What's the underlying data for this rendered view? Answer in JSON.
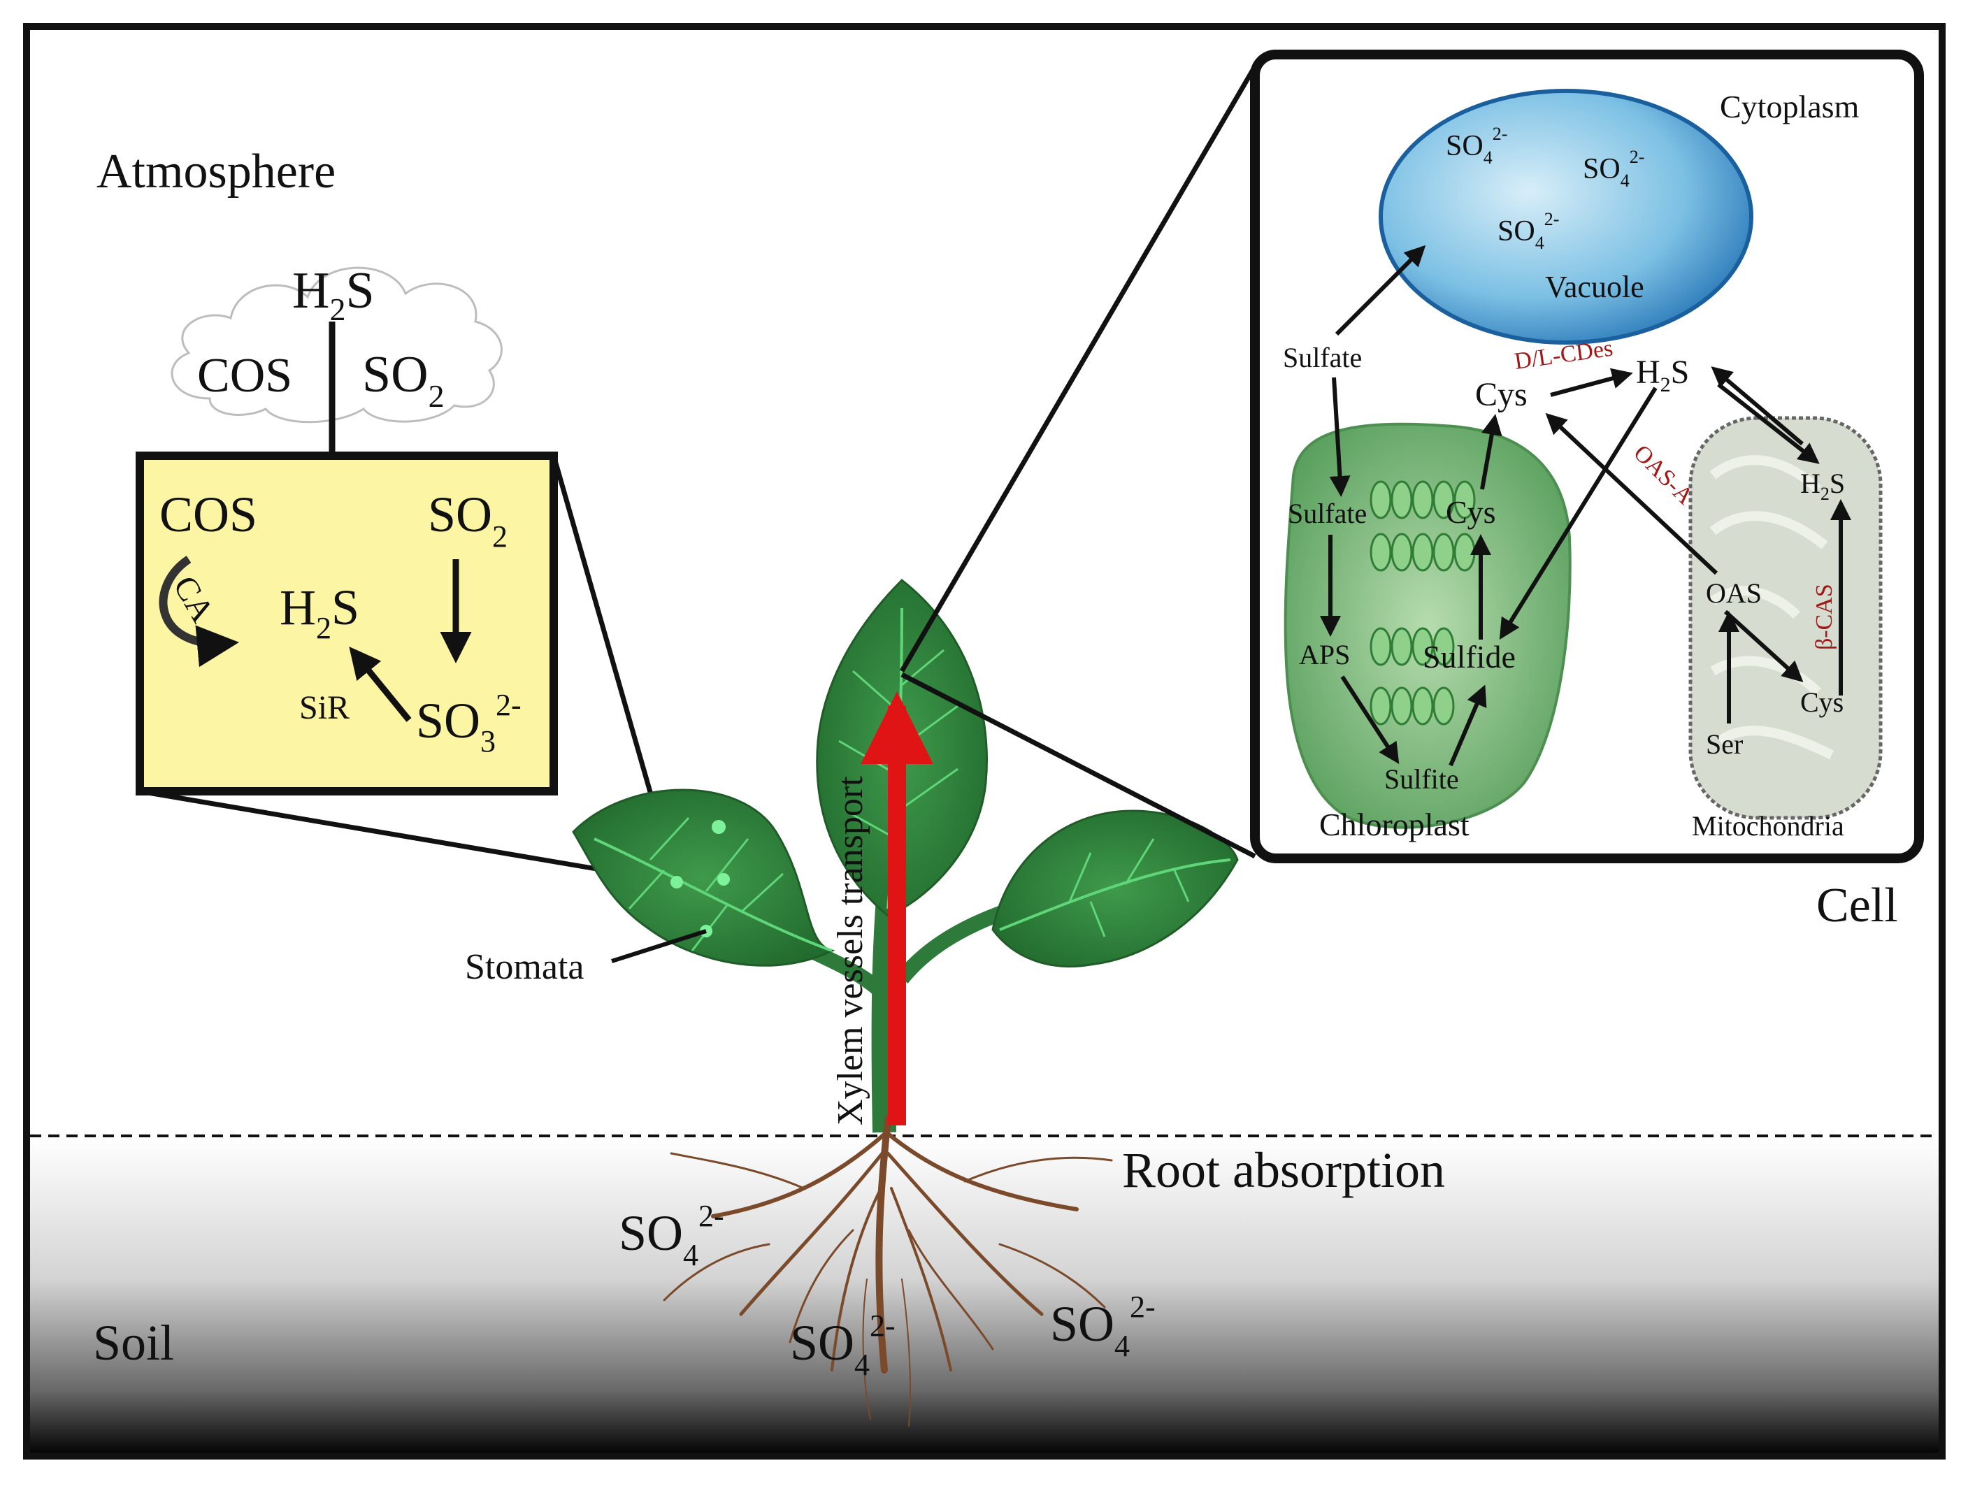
{
  "labels": {
    "atmosphere": "Atmosphere",
    "soil": "Soil",
    "cell": "Cell",
    "stomata": "Stomata",
    "root_absorption": "Root absorption",
    "xylem": "Xylem vessels transport",
    "cytoplasm": "Cytoplasm",
    "vacuole": "Vacuole",
    "chloroplast": "Chloroplast",
    "mitochondria": "Mitochondria"
  },
  "cloud": {
    "h2s": "H",
    "h2s_sub": "2",
    "h2s_s": "S",
    "cos": "COS",
    "so2": "SO",
    "so2_sub": "2"
  },
  "stomata_box": {
    "cos": "COS",
    "ca": "CA",
    "h2s": "H",
    "h2s_sub": "2",
    "h2s_s": "S",
    "so2": "SO",
    "so2_sub": "2",
    "sir": "SiR",
    "so3": "SO",
    "so3_sub": "3",
    "so3_sup": "2-"
  },
  "vacuole_ions": {
    "base": "SO",
    "sub": "4",
    "sup": "2-"
  },
  "cell_items": {
    "sulfate_top": "Sulfate",
    "sulfate_chloro": "Sulfate",
    "aps": "APS",
    "sulfite": "Sulfite",
    "sulfide": "Sulfide",
    "cys_chloro": "Cys",
    "cys_cyto": "Cys",
    "h2s_cyto": "H",
    "h2s_cyto_sub": "2",
    "h2s_cyto_s": "S",
    "h2s_mito": "H",
    "h2s_mito_sub": "2",
    "h2s_mito_s": "S",
    "oas": "OAS",
    "ser": "Ser",
    "cys_mito": "Cys",
    "dl_cdes": "D/L-CDes",
    "oas_a": "OAS-A",
    "beta_cas": "β-CAS"
  },
  "soil_ions": {
    "base": "SO",
    "sub": "4",
    "sup": "2-"
  },
  "colors": {
    "stomata_box_fill": "#fcf5a4",
    "leaf": "#2f7d3c",
    "leaf_vein": "#5fd67a",
    "xylem_arrow": "#e01414",
    "enzyme_label": "#a01818",
    "vacuole": "#5aa7d4",
    "chloroplast": "#78b878",
    "mitochondria": "#d6dccf",
    "root": "#7a4a2a"
  }
}
